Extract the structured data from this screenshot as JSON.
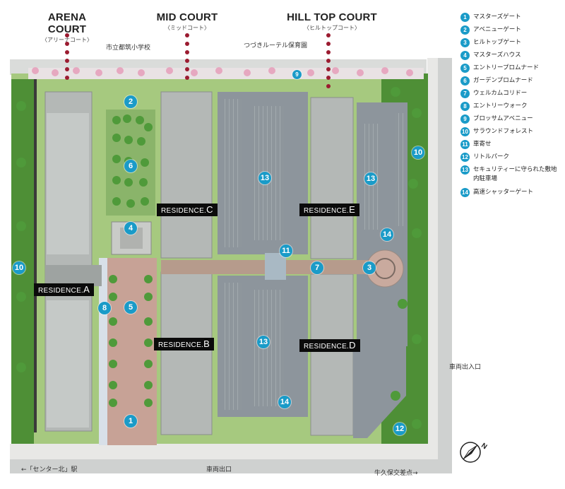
{
  "courts": {
    "arena": {
      "name": "ARENA COURT",
      "sub": "〈アリーナコート〉"
    },
    "mid": {
      "name": "MID COURT",
      "sub": "〈ミッドコート〉"
    },
    "hilltop": {
      "name": "HILL TOP COURT",
      "sub": "〈ヒルトップコート〉"
    }
  },
  "labels": {
    "school": "市立都筑小学校",
    "nursery": "つづきルーテル保育園",
    "vehicle_gate": "車両出入口",
    "vehicle_exit": "車両出口",
    "station": "←「センター北」駅",
    "intersection": "牛久保交差点→"
  },
  "residences": {
    "a": {
      "prefix": "RESIDENCE.",
      "letter": "A"
    },
    "b": {
      "prefix": "RESIDENCE.",
      "letter": "B"
    },
    "c": {
      "prefix": "RESIDENCE.",
      "letter": "C"
    },
    "d": {
      "prefix": "RESIDENCE.",
      "letter": "D"
    },
    "e": {
      "prefix": "RESIDENCE.",
      "letter": "E"
    }
  },
  "markers": [
    "1",
    "2",
    "3",
    "4",
    "5",
    "6",
    "7",
    "8",
    "9",
    "10",
    "11",
    "12",
    "13",
    "14"
  ],
  "legend": [
    {
      "num": "1",
      "text": "マスターズゲート"
    },
    {
      "num": "2",
      "text": "アベニューゲート"
    },
    {
      "num": "3",
      "text": "ヒルトップゲート"
    },
    {
      "num": "4",
      "text": "マスターズハウス"
    },
    {
      "num": "5",
      "text": "エントリープロムナード"
    },
    {
      "num": "6",
      "text": "ガーデンプロムナード"
    },
    {
      "num": "7",
      "text": "ウェルカムコリドー"
    },
    {
      "num": "8",
      "text": "エントリーウォーク"
    },
    {
      "num": "9",
      "text": "ブロッサムアベニュー"
    },
    {
      "num": "10",
      "text": "サラウンドフォレスト"
    },
    {
      "num": "11",
      "text": "車寄せ"
    },
    {
      "num": "12",
      "text": "リトルパーク"
    },
    {
      "num": "13",
      "text": "セキュリティーに守られた敷地内駐車場"
    },
    {
      "num": "14",
      "text": "高速シャッターゲート"
    }
  ],
  "colors": {
    "marker": "#1a9bc8",
    "tree": "#4f9a3a",
    "blossom": "#e6a8c0",
    "building": "#b4b8b6",
    "parking": "#8d959c",
    "lawn": "#9fc57a"
  },
  "icons": {
    "compass": "compass-north-icon"
  }
}
